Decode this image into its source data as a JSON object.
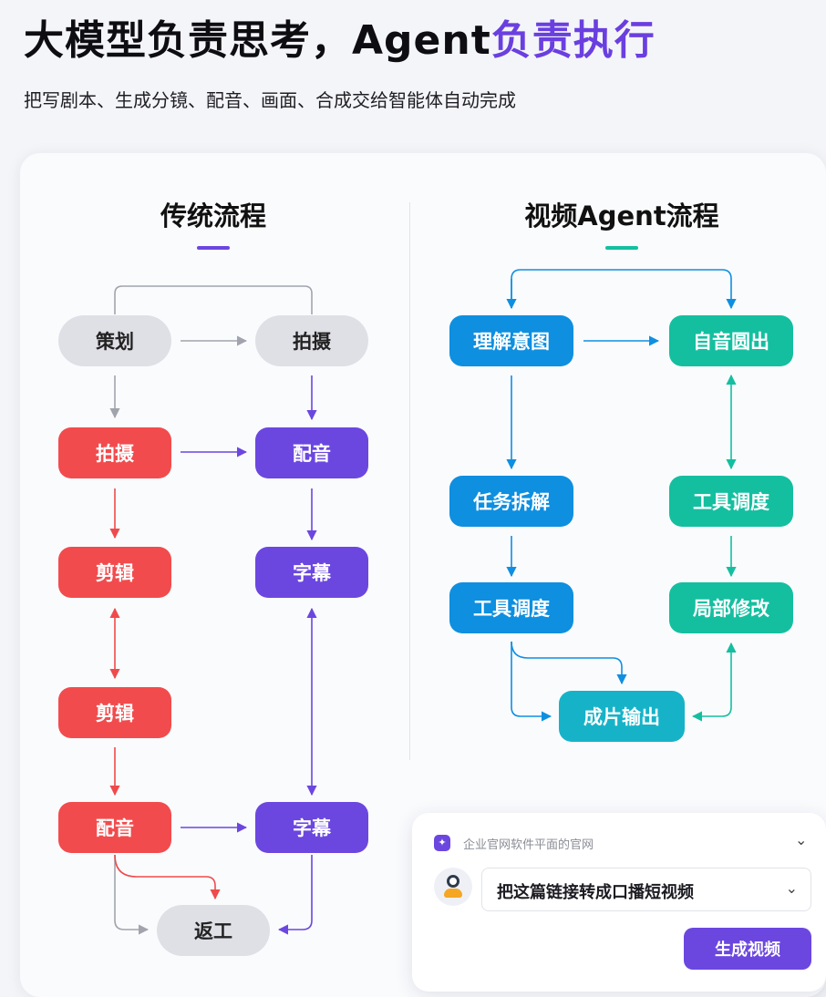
{
  "header": {
    "title_part1": "大模型负责思考，Agent",
    "title_accent": "负责执行",
    "subtitle": "把写剧本、生成分镜、配音、画面、合成交给智能体自动完成"
  },
  "colors": {
    "accent_purple": "#6a3fe0",
    "red": "#f24b4d",
    "purple": "#6b47e0",
    "gray": "#dfe0e6",
    "blue": "#0e8fe0",
    "teal": "#14bfa0",
    "cyan": "#16b3c8"
  },
  "traditional": {
    "title": "传统流程",
    "nodes": {
      "plan": "策划",
      "shoot_top": "拍摄",
      "shoot": "拍摄",
      "dub_top": "配音",
      "edit1": "剪辑",
      "subtitle_top": "字幕",
      "edit2": "剪辑",
      "dub": "配音",
      "subtitle": "字幕",
      "rework": "返工"
    }
  },
  "agent": {
    "title": "视频Agent流程",
    "nodes": {
      "intent": "理解意图",
      "self_check": "自音圆出",
      "decompose": "任务拆解",
      "tool_right": "工具调度",
      "tool_left": "工具调度",
      "local_edit": "局部修改",
      "output": "成片输出"
    }
  },
  "panel": {
    "app_name": "企业官网软件平面的官网",
    "prompt": "把这篇链接转成口播短视频",
    "generate_label": "生成视频",
    "app_icon": "star-icon",
    "collapse_icon": "chevron-down-icon"
  }
}
